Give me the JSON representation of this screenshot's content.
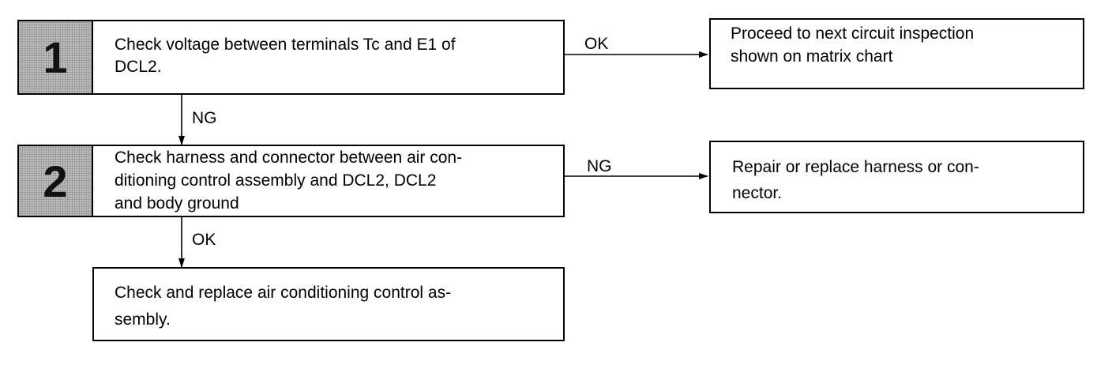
{
  "steps": [
    {
      "number": "1",
      "text_lines": [
        "Check voltage between terminals Tc and E1 of",
        "DCL2."
      ]
    },
    {
      "number": "2",
      "text_lines": [
        "Check harness and connector between air con-",
        "ditioning control assembly and DCL2, DCL2",
        "and body ground"
      ]
    }
  ],
  "final_box": {
    "text_lines": [
      "Check and replace air conditioning control as-",
      "sembly."
    ]
  },
  "result_boxes": [
    {
      "text_lines": [
        "Proceed to next circuit inspection",
        "shown on matrix chart"
      ]
    },
    {
      "text_lines": [
        "Repair or replace harness or con-",
        "nector."
      ]
    }
  ],
  "edge_labels": {
    "step1_right": "OK",
    "step1_down": "NG",
    "step2_right": "NG",
    "step2_down": "OK"
  }
}
